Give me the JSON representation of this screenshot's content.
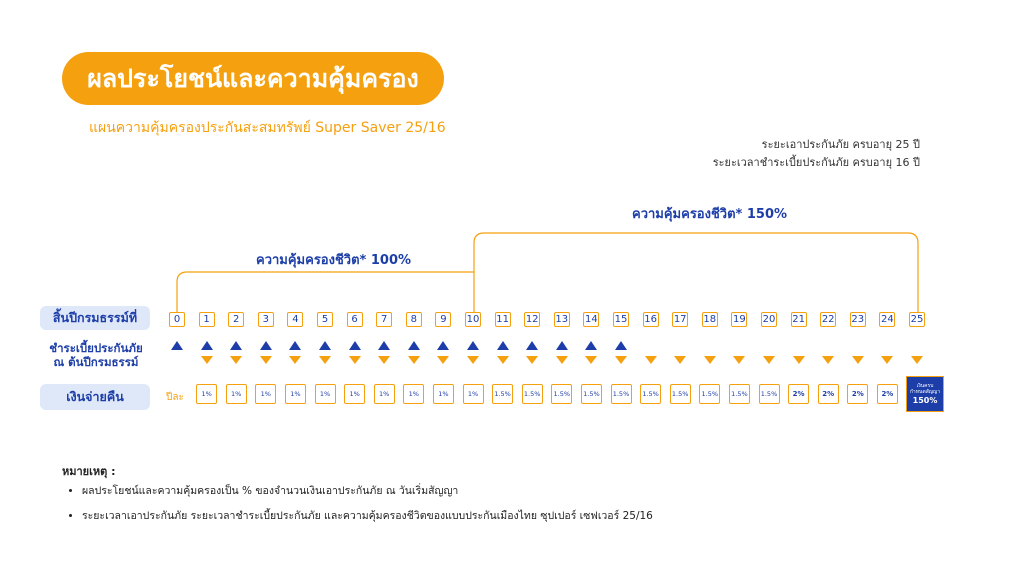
{
  "header": {
    "title": "ผลประโยชน์และความคุ้มครอง",
    "subtitle": "แผนความคุ้มครองประกันสะสมทรัพย์ Super Saver 25/16"
  },
  "info": {
    "coverage": "ระยะเอาประกันภัย ครบอายุ 25 ปี",
    "payment": "ระยะเวลาชำระเบี้ยประกันภัย ครบอายุ 16 ปี"
  },
  "brackets": {
    "life_100": "ความคุ้มครองชีวิต* 100%",
    "life_150": "ความคุ้มครองชีวิต* 150%"
  },
  "rows": {
    "policy_year_label": "สิ้นปีกรมธรรม์ที่",
    "premium_label_line1": "ชำระเบี้ยประกันภัย",
    "premium_label_line2": "ณ ต้นปีกรมธรรม์",
    "cashback_label": "เงินจ่ายคืน",
    "per_year": "ปีละ"
  },
  "years": [
    "0",
    "1",
    "2",
    "3",
    "4",
    "5",
    "6",
    "7",
    "8",
    "9",
    "10",
    "11",
    "12",
    "13",
    "14",
    "15",
    "16",
    "17",
    "18",
    "19",
    "20",
    "21",
    "22",
    "23",
    "24",
    "25"
  ],
  "premium_payment_years": 16,
  "cashback": [
    "1%",
    "1%",
    "1%",
    "1%",
    "1%",
    "1%",
    "1%",
    "1%",
    "1%",
    "1%",
    "1.5%",
    "1.5%",
    "1.5%",
    "1.5%",
    "1.5%",
    "1.5%",
    "1.5%",
    "1.5%",
    "1.5%",
    "1.5%",
    "2%",
    "2%",
    "2%",
    "2%"
  ],
  "maturity": {
    "line1": "เงินครบ",
    "line2": "กำหนดสัญญา",
    "value": "150%"
  },
  "notes": {
    "title": "หมายเหตุ :",
    "items": [
      "ผลประโยชน์และความคุ้มครองเป็น % ของจำนวนเงินเอาประกันภัย ณ วันเริ่มสัญญา",
      "ระยะเวลาเอาประกันภัย ระยะเวลาชำระเบี้ยประกันภัย และความคุ้มครองชีวิตของแบบประกันเมืองไทย ซุปเปอร์ เซฟเวอร์ 25/16"
    ]
  },
  "colors": {
    "accent": "#f5a00f",
    "primary": "#1d3ea8",
    "label_bg": "#dfe8f8"
  }
}
